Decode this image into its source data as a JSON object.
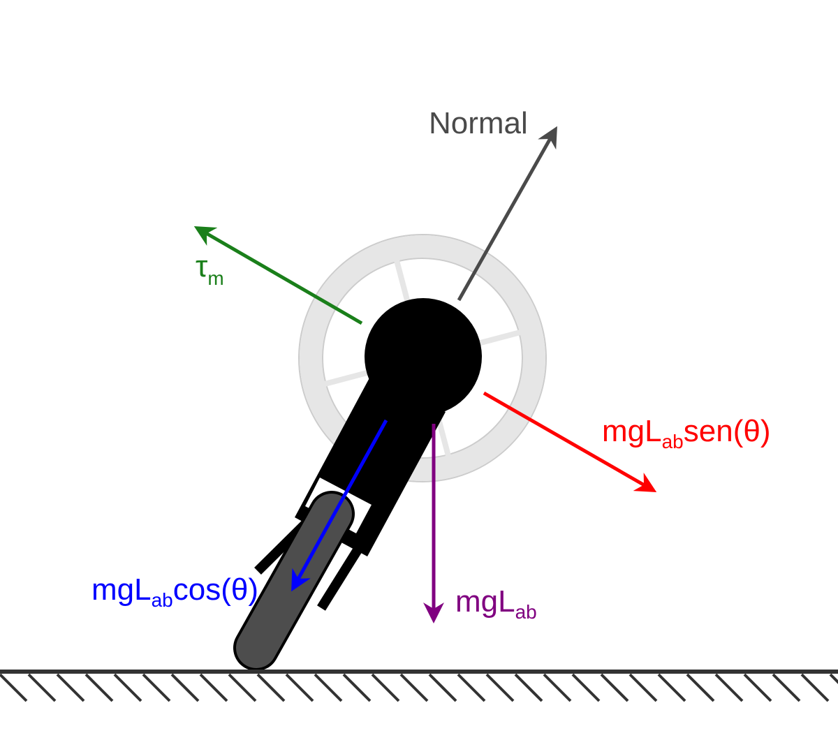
{
  "labels": {
    "normal": "Normal",
    "tau": "τ",
    "tau_sub": "m",
    "sen_prefix": "mgL",
    "sen_sub": "ab",
    "sen_suffix": "sen(θ)",
    "cos_prefix": "mgL",
    "cos_sub": "ab",
    "cos_suffix": "cos(θ)",
    "weight_prefix": "mgL",
    "weight_sub": "ab"
  },
  "colors": {
    "normal": "#4a4a4a",
    "torque": "#1a7f1a",
    "sen": "#ff0000",
    "cos": "#0000ff",
    "weight": "#800080",
    "wheel": "#e6e6e6",
    "body": "#000000",
    "rod": "#4d4d4d",
    "ground": "#333333"
  }
}
